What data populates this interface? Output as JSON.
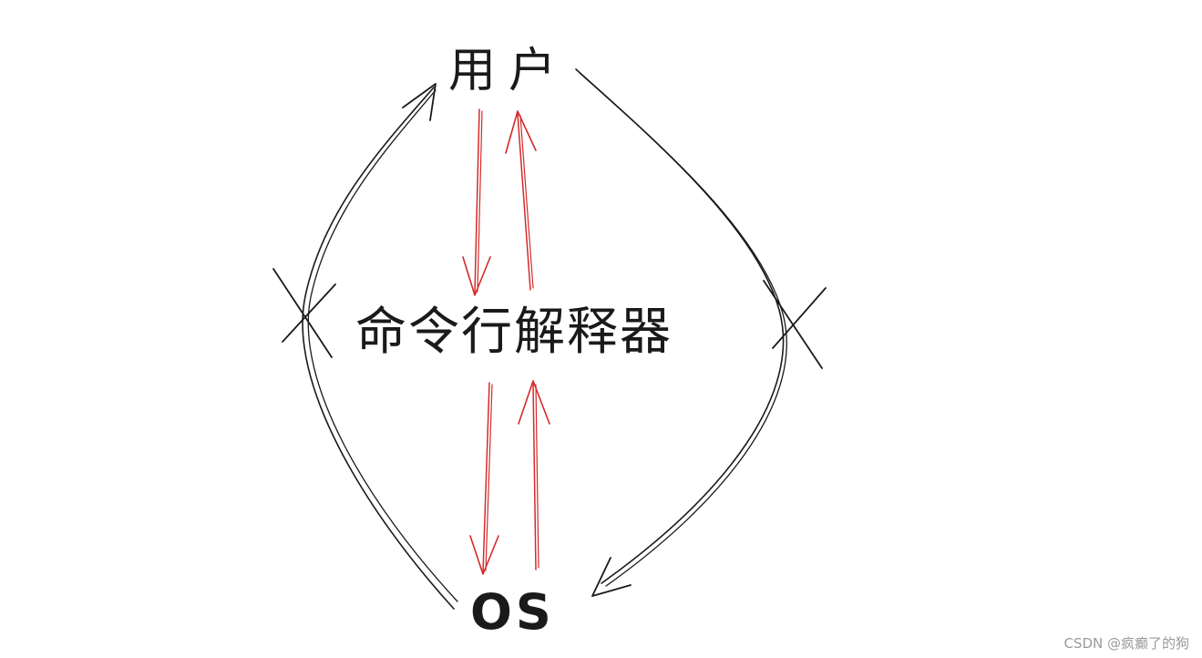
{
  "nodes": {
    "user": "用户",
    "shell": "命令行解释器",
    "os": "OS"
  },
  "watermark": "CSDN @疯癫了的狗",
  "colors": {
    "black_stroke": "#1a1a1a",
    "red_stroke": "#d42a2a",
    "background": "#ffffff",
    "watermark": "#9a9a9a"
  },
  "edges": [
    {
      "from": "user",
      "to": "shell",
      "color": "red"
    },
    {
      "from": "shell",
      "to": "user",
      "color": "red"
    },
    {
      "from": "shell",
      "to": "os",
      "color": "red"
    },
    {
      "from": "os",
      "to": "shell",
      "color": "red"
    },
    {
      "from": "os",
      "to": "user",
      "color": "black",
      "crossed_out": true
    },
    {
      "from": "user",
      "to": "os",
      "color": "black",
      "crossed_out": true
    }
  ]
}
